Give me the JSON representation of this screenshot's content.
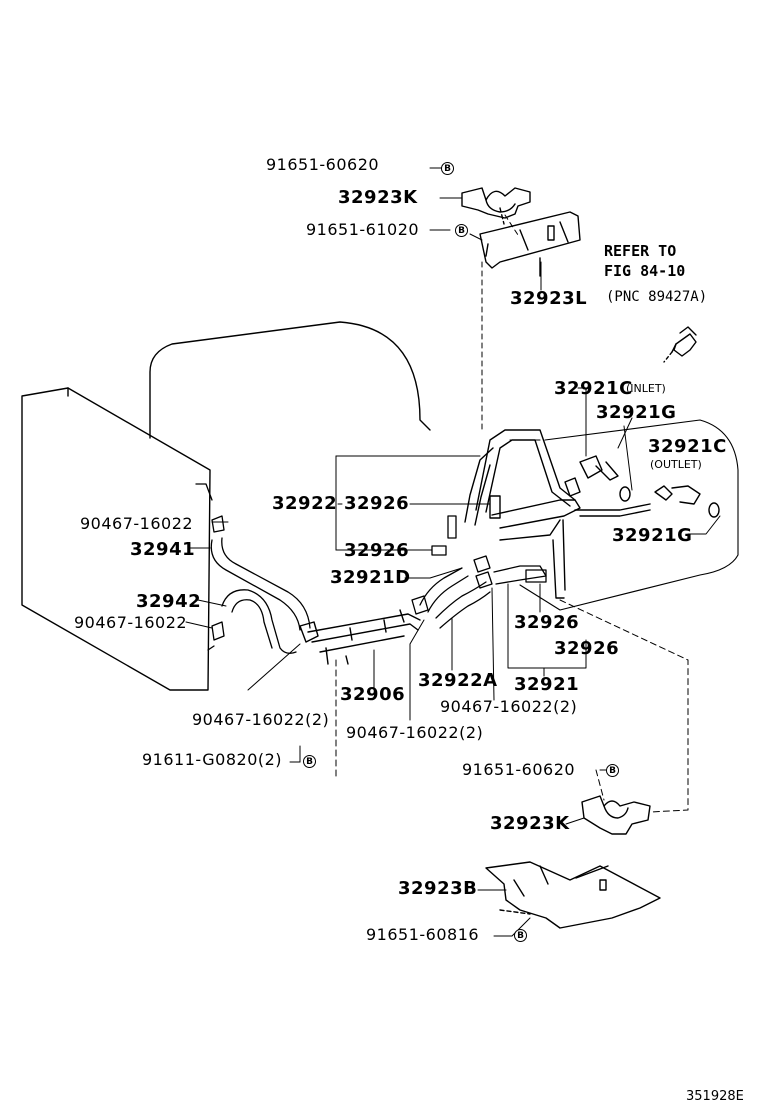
{
  "parts": {
    "p91651_60620_top": "91651-60620",
    "p32923K_top": "32923K",
    "p91651_61020": "91651-61020",
    "p32923L": "32923L",
    "refer_line1": "REFER TO",
    "refer_line2": "FIG 84-10",
    "refer_line3": "(PNC 89427A)",
    "p32921C_inlet": "32921C",
    "inlet_note": "(INLET)",
    "p32921G_a": "32921G",
    "p32921C_outlet": "32921C",
    "outlet_note": "(OUTLET)",
    "p32921G_b": "32921G",
    "p32922": "32922",
    "p32926_a": "32926",
    "p90467_16022_a": "90467-16022",
    "p32941": "32941",
    "p32926_b": "32926",
    "p32921D": "32921D",
    "p32942": "32942",
    "p90467_16022_b": "90467-16022",
    "p32926_c": "32926",
    "p32926_d": "32926",
    "p32906": "32906",
    "p32922A": "32922A",
    "p32921": "32921",
    "p90467_16022_2a": "90467-16022(2)",
    "p90467_16022_2b": "90467-16022(2)",
    "p90467_16022_2c": "90467-16022(2)",
    "p91611_G0820": "91611-G0820(2)",
    "p91651_60620_low": "91651-60620",
    "p32923K_low": "32923K",
    "p32923B": "32923B",
    "p91651_60816": "91651-60816"
  },
  "badge_letter": "B",
  "diagram_code": "351928E"
}
